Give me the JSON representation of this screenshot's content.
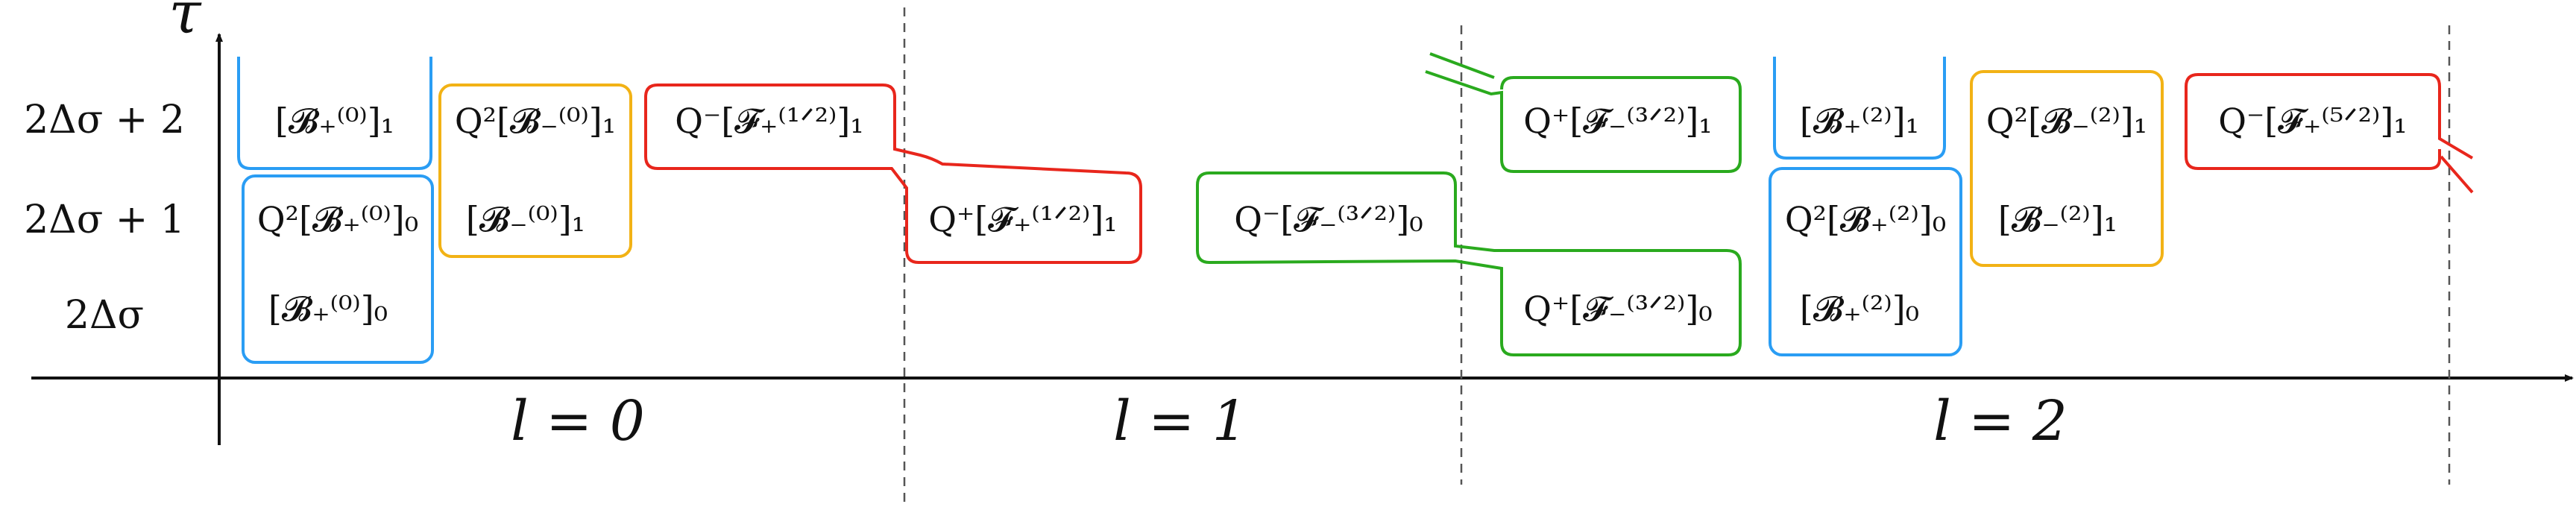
{
  "axis": {
    "y_title": "τ",
    "y_ticks": [
      "2Δσ + 2",
      "2Δσ + 1",
      "2Δσ"
    ],
    "sections": [
      "l = 0",
      "l = 1",
      "l = 2"
    ]
  },
  "colors": {
    "blue": "#2a9df4",
    "orange": "#f2b215",
    "red": "#e8261c",
    "green": "#2aaa1e",
    "axis": "#111111",
    "divider": "#555555"
  },
  "blocks": {
    "b0_plus_1": "[𝓑₊⁽⁰⁾]₁",
    "q2_b0_plus_0": "Q²[𝓑₊⁽⁰⁾]₀",
    "b0_plus_0": "[𝓑₊⁽⁰⁾]₀",
    "q2_b0_minus_1": "Q²[𝓑₋⁽⁰⁾]₁",
    "b0_minus_1": "[𝓑₋⁽⁰⁾]₁",
    "qm_f12_plus_1": "Q⁻[𝓕₊⁽¹ᐟ²⁾]₁",
    "qp_f12_plus_1": "Q⁺[𝓕₊⁽¹ᐟ²⁾]₁",
    "qm_f32_minus_0": "Q⁻[𝓕₋⁽³ᐟ²⁾]₀",
    "qp_f32_minus_1": "Q⁺[𝓕₋⁽³ᐟ²⁾]₁",
    "qp_f32_minus_0": "Q⁺[𝓕₋⁽³ᐟ²⁾]₀",
    "b2_plus_1": "[𝓑₊⁽²⁾]₁",
    "q2_b2_plus_0": "Q²[𝓑₊⁽²⁾]₀",
    "b2_plus_0": "[𝓑₊⁽²⁾]₀",
    "q2_b2_minus_1": "Q²[𝓑₋⁽²⁾]₁",
    "b2_minus_1": "[𝓑₋⁽²⁾]₁",
    "qm_f52_plus_1": "Q⁻[𝓕₊⁽⁵ᐟ²⁾]₁"
  }
}
